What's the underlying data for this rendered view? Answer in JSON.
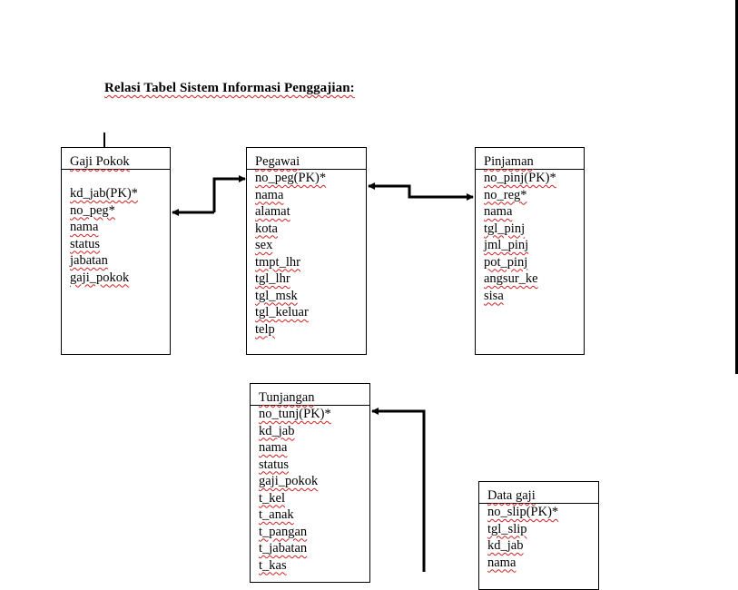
{
  "title": "Relasi Tabel Sistem Informasi Penggajian:",
  "tables": {
    "gaji_pokok": {
      "name": "Gaji Pokok",
      "fields": [
        "kd_jab(PK)*",
        "no_peg*",
        "nama",
        "status",
        "jabatan",
        "gaji_pokok"
      ]
    },
    "pegawai": {
      "name": "Pegawai",
      "fields": [
        "no_peg(PK)*",
        "nama",
        "alamat",
        "kota",
        "sex",
        "tmpt_lhr",
        "tgl_lhr",
        "tgl_msk",
        "tgl_keluar",
        "telp"
      ]
    },
    "pinjaman": {
      "name": "Pinjaman",
      "fields": [
        "no_pinj(PK)*",
        "no_reg*",
        "nama",
        "tgl_pinj",
        "jml_pinj",
        "pot_pinj",
        "angsur_ke",
        "sisa"
      ]
    },
    "tunjangan": {
      "name": "Tunjangan",
      "fields": [
        "no_tunj(PK)*",
        "kd_jab",
        "nama",
        "status",
        "gaji_pokok",
        "t_kel",
        "t_anak",
        "t_pangan",
        "t_jabatan",
        "t_kas"
      ]
    },
    "data_gaji": {
      "name": "Data gaji",
      "fields": [
        "no_slip(PK)*",
        "tgl_slip",
        "kd_jab",
        "nama"
      ]
    }
  }
}
